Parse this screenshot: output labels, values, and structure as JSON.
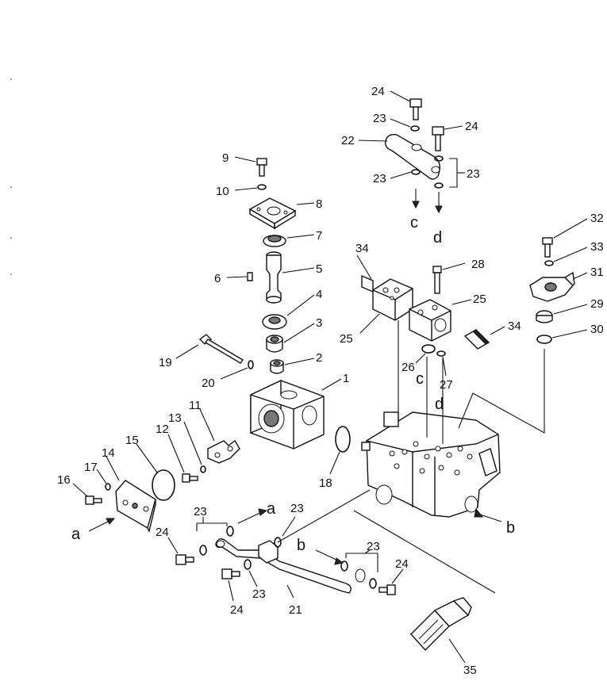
{
  "callouts": [
    "1",
    "2",
    "3",
    "4",
    "5",
    "6",
    "7",
    "8",
    "9",
    "10",
    "11",
    "12",
    "13",
    "14",
    "15",
    "16",
    "17",
    "18",
    "19",
    "20",
    "21",
    "22",
    "23",
    "24",
    "25",
    "26",
    "27",
    "28",
    "29",
    "30",
    "31",
    "32",
    "33",
    "34",
    "35"
  ],
  "labels": {
    "p1": "1",
    "p2": "2",
    "p3": "3",
    "p4": "4",
    "p5": "5",
    "p6": "6",
    "p7": "7",
    "p8": "8",
    "p9": "9",
    "p10": "10",
    "p11": "11",
    "p12": "12",
    "p13": "13",
    "p14": "14",
    "p15": "15",
    "p16": "16",
    "p17": "17",
    "p18": "18",
    "p19": "19",
    "p20": "20",
    "p21": "21",
    "p22": "22",
    "p23": "23",
    "p24": "24",
    "p25": "25",
    "p26": "26",
    "p27": "27",
    "p28": "28",
    "p29": "29",
    "p30": "30",
    "p31": "31",
    "p32": "32",
    "p33": "33",
    "p34": "34",
    "p35": "35",
    "ref_a": "a",
    "ref_b": "b",
    "ref_c": "c",
    "ref_d": "d"
  }
}
